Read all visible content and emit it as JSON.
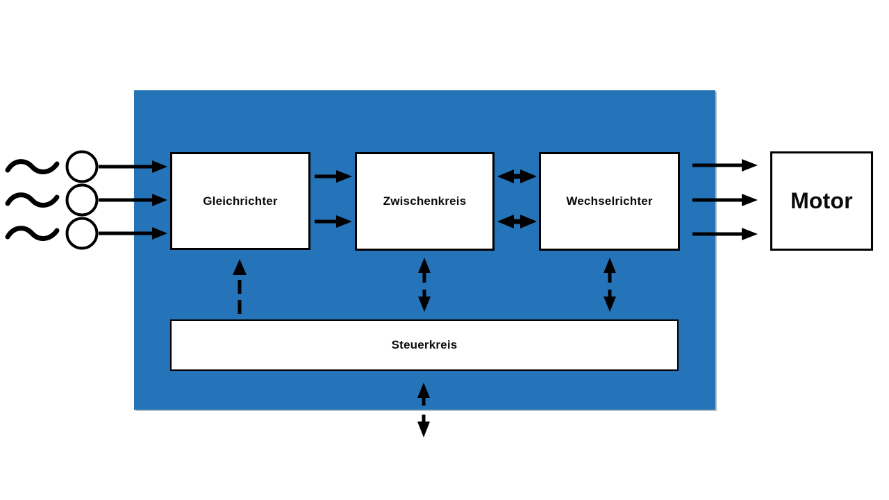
{
  "diagram": {
    "panel_color": "#2573B8",
    "line_color": "#000000",
    "box_fill": "#FFFFFF",
    "input_phases": 3,
    "blocks": [
      {
        "label": "Gleichrichter"
      },
      {
        "label": "Zwischenkreis"
      },
      {
        "label": "Wechselrichter"
      },
      {
        "label": "Motor"
      },
      {
        "label": "Steuerkreis"
      }
    ]
  }
}
